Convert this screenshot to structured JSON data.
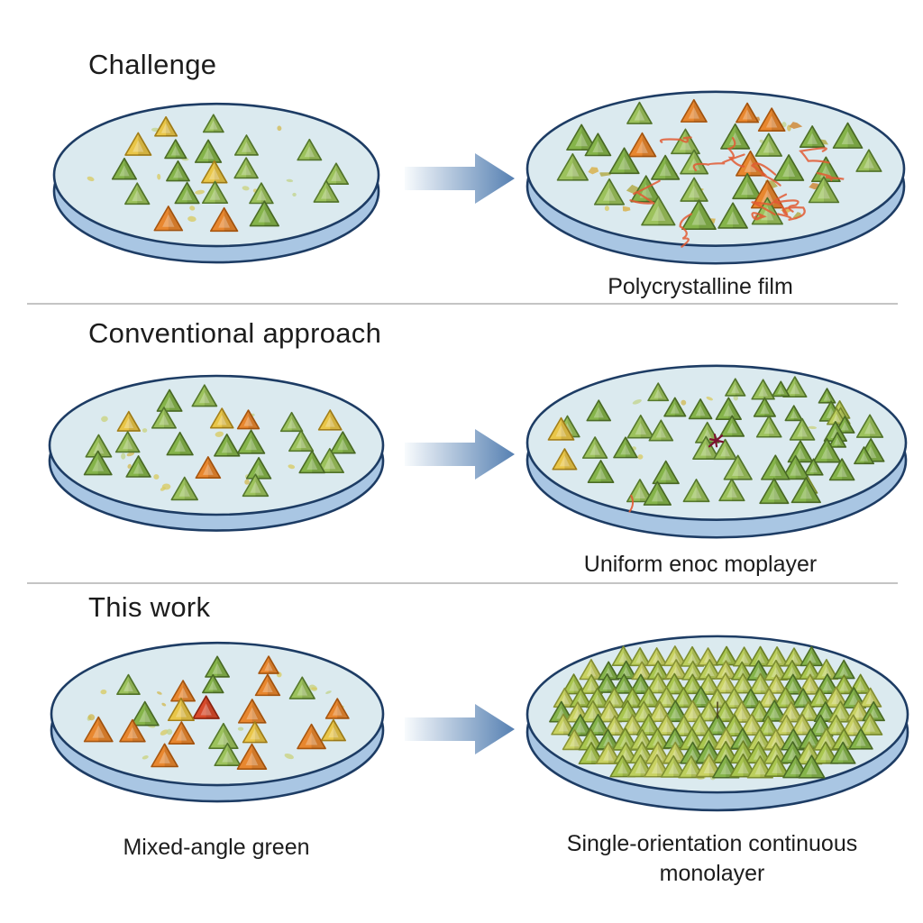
{
  "rows": [
    {
      "title": "Challenge",
      "left": {},
      "right": {
        "caption": "Polycrystalline film"
      }
    },
    {
      "title": "Conventional approach",
      "left": {},
      "right": {
        "caption": "Uniform enoc moplayer"
      }
    },
    {
      "title": "This work",
      "left": {
        "caption": "Mixed-angle green"
      },
      "right": {
        "caption": "Single-orientation continuous monolayer"
      }
    }
  ],
  "palette": {
    "background": "#ffffff",
    "text": "#1c1c1c",
    "divider": "#ababab",
    "arrow_start": "#f8fbfd",
    "arrow_end": "#5680b2",
    "disc_top": "#dbeaef",
    "disc_rim": "#a9c6e3",
    "disc_stroke": "#1d3c64",
    "grain_boundary": "#e25b33",
    "defect_mark": "#7c1330",
    "speckles": [
      "#c9d17b",
      "#d8c95e",
      "#c2d38a",
      "#d1b84f"
    ]
  },
  "flake_colors": {
    "green": {
      "fill": "#9cc25c",
      "stroke": "#55782c"
    },
    "green2": {
      "fill": "#85b44a",
      "stroke": "#4c6d26"
    },
    "orange": {
      "fill": "#e8872f",
      "stroke": "#a8560f"
    },
    "yellow": {
      "fill": "#e9c648",
      "stroke": "#a4801a"
    },
    "red": {
      "fill": "#d84a2b",
      "stroke": "#8f2410"
    },
    "lime": {
      "fill": "#bccf5d",
      "stroke": "#7d8f31"
    },
    "lime2": {
      "fill": "#a9c64f",
      "stroke": "#6f8429"
    },
    "chartreuse": {
      "fill": "#c9d262",
      "stroke": "#8a9436"
    }
  },
  "disc_specs": {
    "d0L": {
      "pattern": "scatter",
      "seed": 11,
      "count": 20,
      "weights": {
        "green": 11,
        "orange": 4,
        "yellow": 4
      },
      "size": 15,
      "speckles": 16
    },
    "d0R": {
      "pattern": "poly",
      "seed": 23,
      "count": 30,
      "weights": {
        "green": 22,
        "orange": 8
      },
      "size": 17,
      "speckles": 8,
      "squiggles": 12,
      "debris": 16
    },
    "d1L": {
      "pattern": "scatter",
      "seed": 37,
      "count": 23,
      "weights": {
        "green": 18,
        "yellow": 4,
        "orange": 1
      },
      "size": 15,
      "speckles": 14
    },
    "d1R": {
      "pattern": "dense",
      "seed": 41,
      "count": 48,
      "weights": {
        "green": 1
      },
      "size": 16,
      "speckles": 10
    },
    "d2L": {
      "pattern": "scatter",
      "seed": 53,
      "count": 22,
      "weights": {
        "orange": 9,
        "green": 9,
        "yellow": 3,
        "red": 1
      },
      "size": 15,
      "speckles": 22
    },
    "d2R": {
      "pattern": "packed",
      "seed": 67,
      "size": 14,
      "speckles": 3
    }
  }
}
